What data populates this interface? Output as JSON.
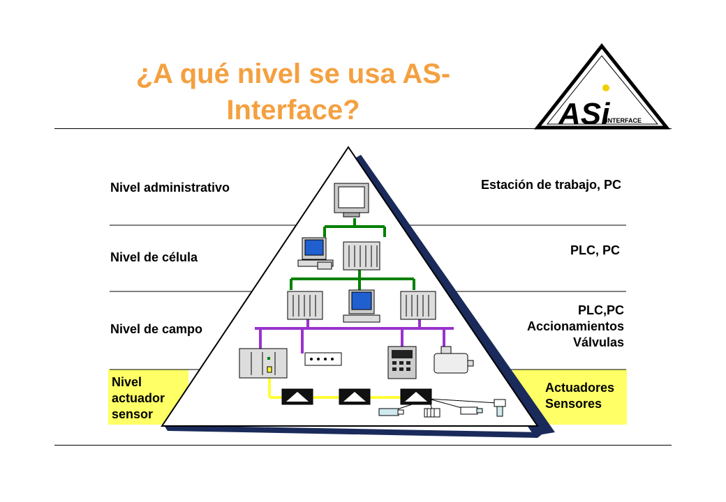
{
  "title": {
    "line1": "¿A qué nivel se usa AS-",
    "line2": "Interface?"
  },
  "logo": {
    "mark": "ASi",
    "text": "INTERFACE"
  },
  "levels": [
    {
      "left": [
        "Nivel administrativo"
      ],
      "right": [
        "Estación de trabajo, PC"
      ],
      "highlight": false
    },
    {
      "left": [
        "Nivel de célula"
      ],
      "right": [
        "PLC, PC"
      ],
      "highlight": false
    },
    {
      "left": [
        "Nivel de campo"
      ],
      "right": [
        "PLC,PC",
        "Accionamientos",
        "Válvulas"
      ],
      "highlight": false
    },
    {
      "left": [
        "Nivel",
        "actuador",
        "sensor"
      ],
      "right": [
        "Actuadores",
        "Sensores"
      ],
      "highlight": true
    }
  ],
  "colors": {
    "title": "#f4a040",
    "highlight": "#ffff66",
    "pyramid_shadow": "#1a2a5a",
    "cell_bus": "#008000",
    "field_bus": "#9933cc",
    "asi_bus": "#ffff33",
    "screen": "#1f5fd0"
  },
  "icons": [
    "workstation-icon",
    "pc-icon",
    "plc-rack-icon",
    "io-module-icon",
    "control-panel-icon",
    "motor-icon",
    "asi-master-icon",
    "asi-module-icon",
    "sensor-icon"
  ]
}
